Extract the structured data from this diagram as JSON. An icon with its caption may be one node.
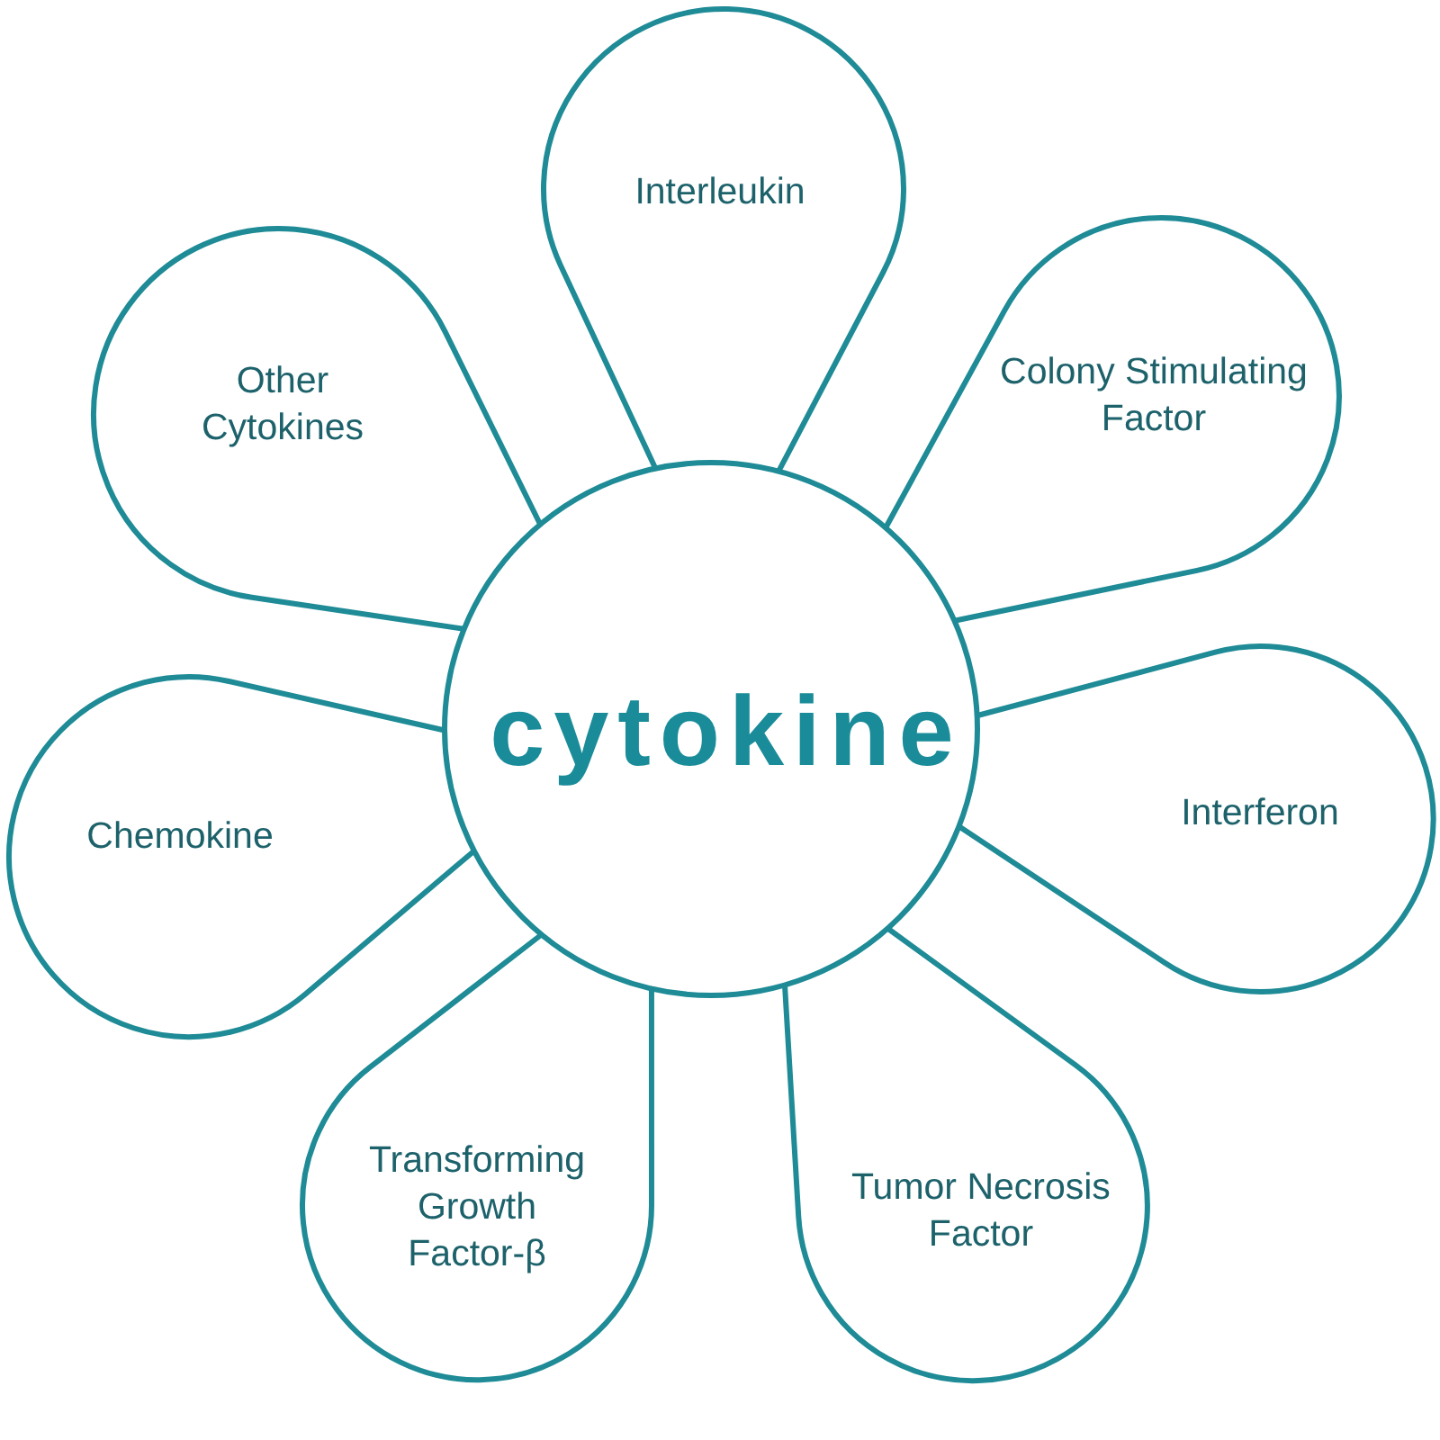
{
  "diagram": {
    "nodes": [
      {
        "text": [
          "cytokine"
        ]
      },
      {
        "text": [
          "Interleukin"
        ]
      },
      {
        "text": [
          "Colony Stimulating Factor"
        ]
      },
      {
        "text": [
          "Interferon"
        ]
      },
      {
        "text": [
          "Tumor Necrosis Factor"
        ]
      },
      {
        "text": [
          "Transforming Growth Factor-β"
        ]
      },
      {
        "text": [
          "Chemokine"
        ]
      },
      {
        "text": [
          "Other Cytokines"
        ]
      }
    ]
  }
}
